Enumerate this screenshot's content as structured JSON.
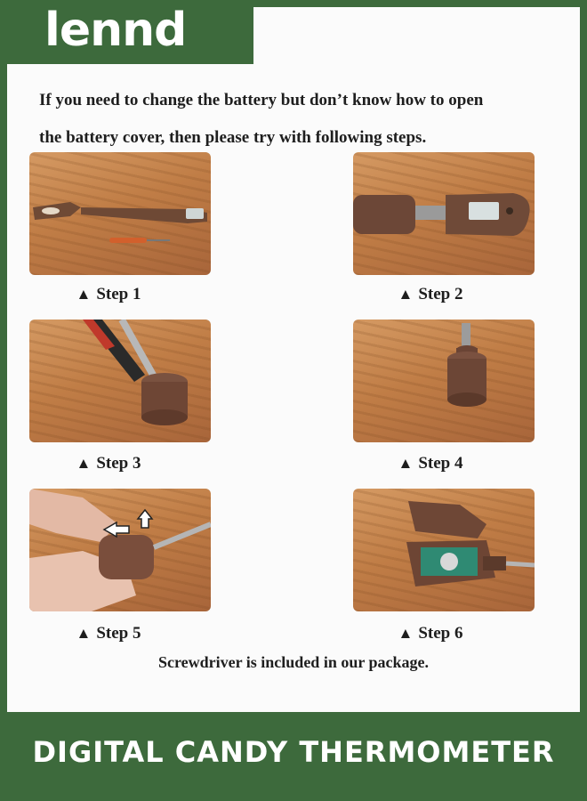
{
  "brand": {
    "logo_text": "lennd"
  },
  "instructions": {
    "line1": "If you need to change the battery but don’t know how to open",
    "line2": "the battery cover, then please try with following steps."
  },
  "steps": [
    {
      "label": "Step 1",
      "marker": "▲"
    },
    {
      "label": "Step 2",
      "marker": "▲"
    },
    {
      "label": "Step 3",
      "marker": "▲"
    },
    {
      "label": "Step 4",
      "marker": "▲"
    },
    {
      "label": "Step 5",
      "marker": "▲"
    },
    {
      "label": "Step 6",
      "marker": "▲"
    }
  ],
  "note": "Screwdriver is included in our package.",
  "product_title": "DIGITAL CANDY THERMOMETER",
  "colors": {
    "brand_green": "#3d6a3c",
    "paper": "#fbfbfb",
    "wood": "#c07d46"
  }
}
